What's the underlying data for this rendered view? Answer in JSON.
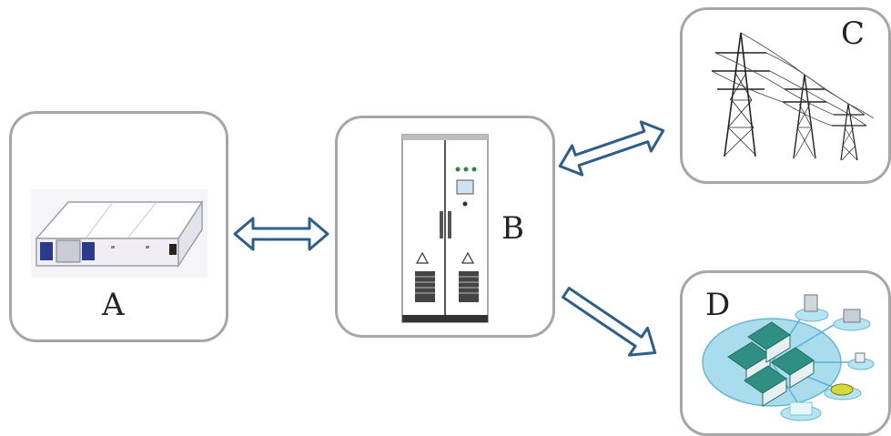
{
  "labels": {
    "a": "A",
    "b": "B",
    "c": "C",
    "d": "D"
  },
  "icons": {
    "a": "battery-pack-icon",
    "b": "power-converter-cabinet-icon",
    "c": "power-grid-towers-icon",
    "d": "microgrid-loads-icon"
  },
  "colors": {
    "box_border": "#a6a6a6",
    "arrow": "#2e5f8a",
    "house": "#2f8f83",
    "microgrid": "#9fd8ea"
  }
}
